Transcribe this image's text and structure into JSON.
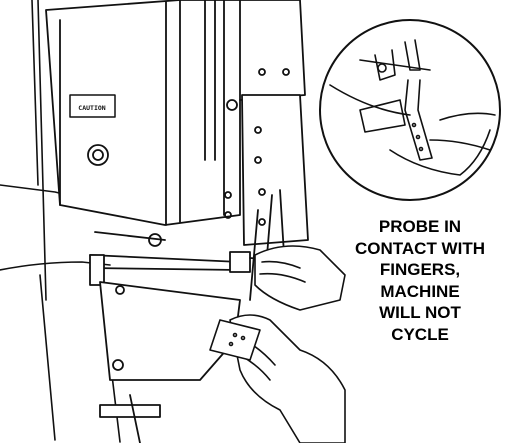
{
  "label_plate": "CAUTION",
  "caption": [
    "PROBE IN",
    "CONTACT WITH",
    "FINGERS,",
    "MACHINE",
    "WILL NOT",
    "CYCLE"
  ]
}
